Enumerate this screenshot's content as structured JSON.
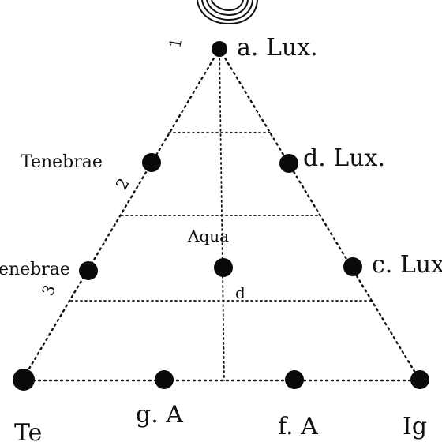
{
  "labels": {
    "apex": "a. Lux.",
    "left_upper": "Tenebrae",
    "right_upper": "d. Lux.",
    "left_middle": "enebrae",
    "center": "Aqua",
    "right_middle": "c. Lux",
    "bottom_left_partial": "Te",
    "bottom_g": "g. A",
    "bottom_f": "f. A",
    "bottom_right_partial": "Ig",
    "numeral_2": "2",
    "numeral_3": "3",
    "mark_d": "d",
    "marginal_1": "1"
  }
}
